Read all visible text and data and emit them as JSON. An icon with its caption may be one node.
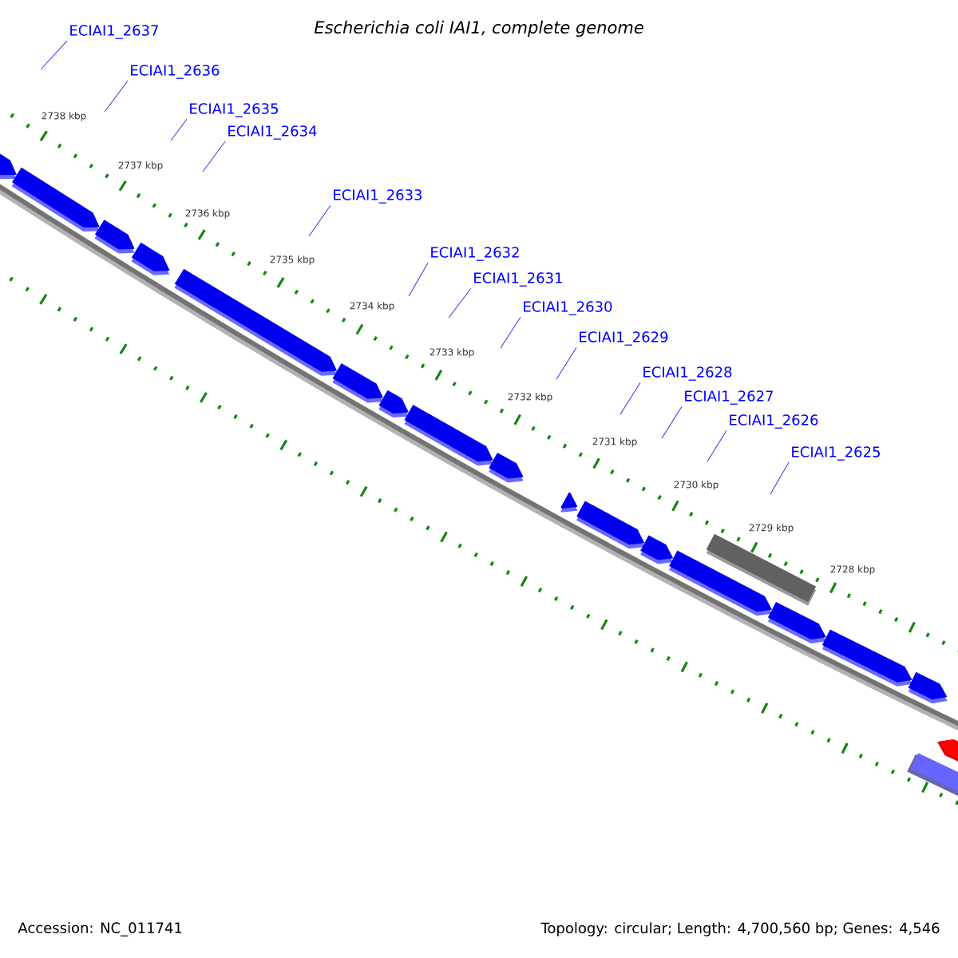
{
  "diagram": {
    "title": "Escherichia coli IAI1, complete genome",
    "nodes": [
      {
        "text": [
          "ECIAI1_2637"
        ]
      },
      {
        "text": [
          "ECIAI1_2636"
        ]
      },
      {
        "text": [
          "ECIAI1_2635"
        ]
      },
      {
        "text": [
          "ECIAI1_2634"
        ]
      },
      {
        "text": [
          "ECIAI1_2633"
        ]
      },
      {
        "text": [
          "ECIAI1_2632"
        ]
      },
      {
        "text": [
          "ECIAI1_2631"
        ]
      },
      {
        "text": [
          "ECIAI1_2630"
        ]
      },
      {
        "text": [
          "ECIAI1_2629"
        ]
      },
      {
        "text": [
          "ECIAI1_2628"
        ]
      },
      {
        "text": [
          "ECIAI1_2627"
        ]
      },
      {
        "text": [
          "ECIAI1_2626"
        ]
      },
      {
        "text": [
          "ECIAI1_2625"
        ]
      }
    ],
    "edges": [
      {
        "from": 0,
        "to": null,
        "arrow": "none"
      },
      {
        "from": 1,
        "to": null,
        "arrow": "none"
      },
      {
        "from": 2,
        "to": null,
        "arrow": "none"
      },
      {
        "from": 3,
        "to": null,
        "arrow": "none"
      },
      {
        "from": 4,
        "to": null,
        "arrow": "none"
      },
      {
        "from": 5,
        "to": null,
        "arrow": "none"
      },
      {
        "from": 6,
        "to": null,
        "arrow": "none"
      },
      {
        "from": 7,
        "to": null,
        "arrow": "none"
      },
      {
        "from": 8,
        "to": null,
        "arrow": "none"
      },
      {
        "from": 9,
        "to": null,
        "arrow": "none"
      },
      {
        "from": 10,
        "to": null,
        "arrow": "none"
      },
      {
        "from": 11,
        "to": null,
        "arrow": "none"
      },
      {
        "from": 12,
        "to": null,
        "arrow": "none"
      }
    ],
    "labels": [
      "2738 kbp",
      "2737 kbp",
      "2736 kbp",
      "2735 kbp",
      "2734 kbp",
      "2733 kbp",
      "2732 kbp",
      "2731 kbp",
      "2730 kbp",
      "2729 kbp",
      "2728 kbp",
      "Accession: NC_011741",
      "Topology: circular; Length: 4,700,560 bp; Genes: 4,546"
    ]
  }
}
